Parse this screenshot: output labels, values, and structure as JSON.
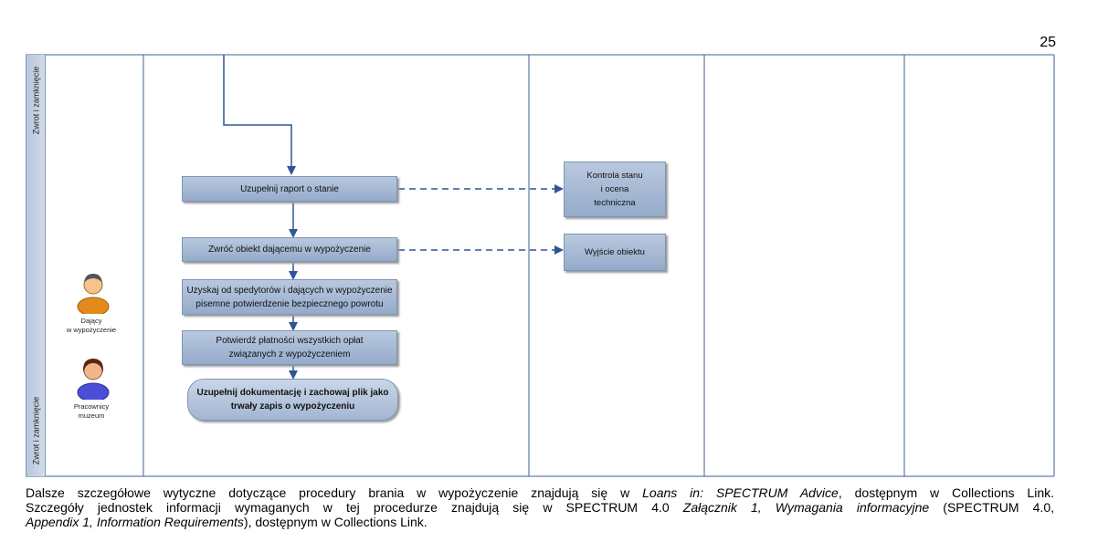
{
  "page_number": "25",
  "lanes": {
    "top_label": "Zwrot i zamknięcie",
    "bottom_label": "Zwrot i zamknięcie"
  },
  "actors": {
    "lender": "Dający w wypożyczenie",
    "lender_line1": "Dający",
    "lender_line2": "w wypożyczenie",
    "staff_line1": "Pracownicy",
    "staff_line2": "muzeum",
    "lender_icon": "person-orange-icon",
    "staff_icon": "person-blue-icon"
  },
  "steps": {
    "step1": "Uzupełnij raport o stanie",
    "step2": "Zwróć obiekt dającemu w wypożyczenie",
    "step3_line1": "Uzyskaj od spedytorów i dających w wypożyczenie",
    "step3_line2": "pisemne potwierdzenie bezpiecznego powrotu",
    "step4_line1": "Potwierdź płatności wszystkich opłat",
    "step4_line2": "związanych z wypożyczeniem",
    "step5_line1": "Uzupełnij dokumentację i zachowaj plik jako",
    "step5_line2": "trwały zapis o wypożyczeniu"
  },
  "external": {
    "condition_line1": "Kontrola stanu",
    "condition_line2": "i ocena",
    "condition_line3": "techniczna",
    "exit": "Wyjście obiektu"
  },
  "footer": {
    "line1_a": "Dalsze szczegółowe wytyczne dotyczące procedury brania w wypożyczenie znajdują się w ",
    "line1_b": "Loans in: SPECTRUM Advice",
    "line1_c": ", dostępnym w Collections Link.",
    "line2_a": "Szczegóły jednostek informacji wymaganych w tej procedurze znajdują się w SPECTRUM 4.0 ",
    "line2_b": "Załącznik 1, Wymagania informacyjne",
    "line2_c": " (SPECTRUM 4.0,",
    "line3_a": "Appendix 1, Information Requirements",
    "line3_b": "), dostępnym w Collections Link."
  },
  "colors": {
    "lane_line": "#3f5f96",
    "arrow": "#2f5597",
    "box_fill": "#a7b9d5"
  }
}
